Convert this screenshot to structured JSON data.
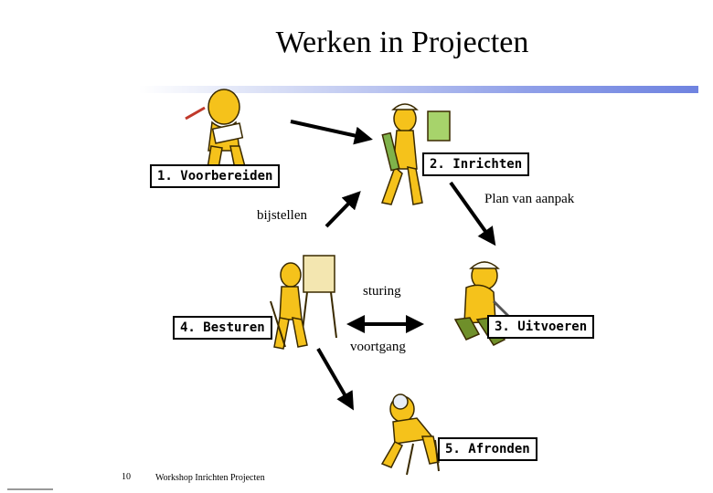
{
  "title": "Werken in Projecten",
  "steps": {
    "step1": "1. Voorbereiden",
    "step2": "2. Inrichten",
    "step3": "3. Uitvoeren",
    "step4": "4. Besturen",
    "step5": "5. Afronden"
  },
  "arrow_labels": {
    "plan": "Plan van aanpak",
    "adjust": "bijstellen",
    "steering": "sturing",
    "progress": "voortgang"
  },
  "footer": {
    "page_number": "10",
    "caption": "Workshop Inrichten Projecten"
  },
  "colors": {
    "figure_fill": "#f5c21b",
    "figure_outline": "#3a2a00",
    "arrow": "#000000",
    "title_bar_accent": "#6f83e0"
  }
}
